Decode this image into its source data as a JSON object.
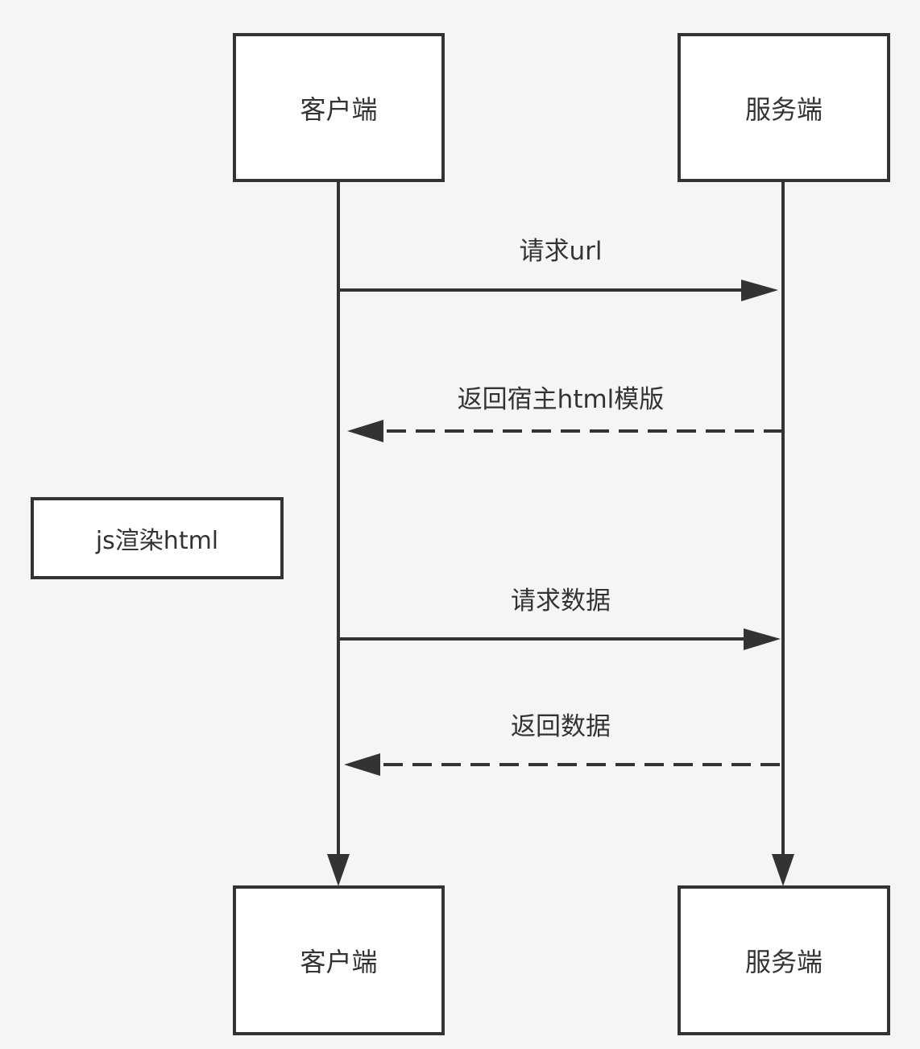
{
  "participants": {
    "client_top": "客户端",
    "server_top": "服务端",
    "client_bottom": "客户端",
    "server_bottom": "服务端"
  },
  "messages": [
    {
      "label": "请求url",
      "from": "client",
      "to": "server",
      "style": "solid"
    },
    {
      "label": "返回宿主html模版",
      "from": "server",
      "to": "client",
      "style": "dashed"
    },
    {
      "label": "请求数据",
      "from": "client",
      "to": "server",
      "style": "solid"
    },
    {
      "label": "返回数据",
      "from": "server",
      "to": "client",
      "style": "dashed"
    }
  ],
  "note": {
    "label": "js渲染html"
  },
  "colors": {
    "stroke": "#333333",
    "background": "#f5f5f5",
    "box_fill": "#ffffff"
  }
}
